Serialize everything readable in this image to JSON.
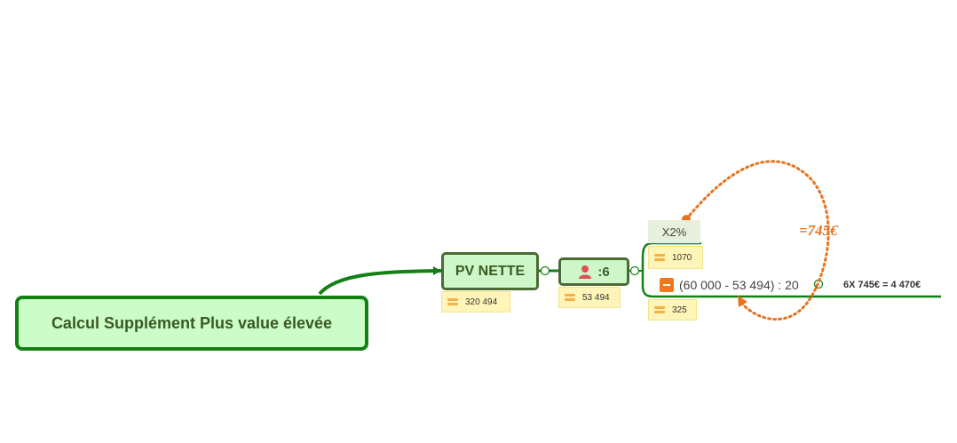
{
  "mindmap": {
    "root_topic": "Calcul Supplément Plus value élevée",
    "pv_topic": "PV NETTE",
    "pv_note": "320 494",
    "division_topic": ":6",
    "division_note": "53 494",
    "x2_label": "X2%",
    "x2_note": "1070",
    "formula_text": "(60 000 - 53 494) : 20",
    "formula_note": "325",
    "result_text": "6X 745€ = 4 470€",
    "annotation": "=745€"
  },
  "icons": {
    "person": "person-icon",
    "note": "note-icon",
    "minus": "minus-icon"
  },
  "colors": {
    "branch_green": "#138013",
    "node_fill": "#ccfcc8",
    "node_border": "#4c6a33",
    "note_fill": "#fff5b8",
    "annotation_orange": "#e8731c",
    "person_red": "#e05050"
  }
}
